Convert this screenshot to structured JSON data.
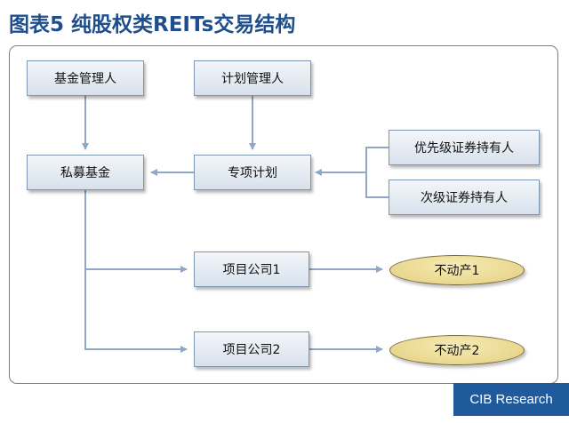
{
  "title": "图表5  纯股权类REITs交易结构",
  "nodes": {
    "fund_manager": "基金管理人",
    "plan_manager": "计划管理人",
    "private_fund": "私募基金",
    "special_plan": "专项计划",
    "senior_holders": "优先级证券持有人",
    "junior_holders": "次级证券持有人",
    "project_co_1": "项目公司1",
    "project_co_2": "项目公司2",
    "property_1": "不动产1",
    "property_2": "不动产2"
  },
  "brand": "CIB Research"
}
